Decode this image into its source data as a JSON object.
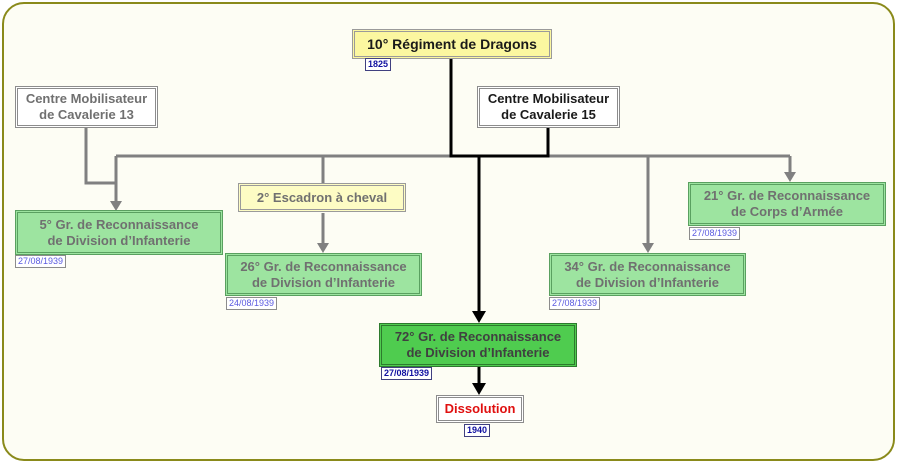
{
  "nodes": {
    "root": {
      "label": "10° Régiment de Dragons",
      "date": "1825"
    },
    "cmc13": {
      "label": "Centre Mobilisateur\nde Cavalerie 13"
    },
    "cmc15": {
      "label": "Centre Mobilisateur\nde Cavalerie 15"
    },
    "escadron": {
      "label": "2° Escadron à cheval"
    },
    "gr5": {
      "label": "5° Gr. de Reconnaissance\nde Division d’Infanterie",
      "date": "27/08/1939"
    },
    "gr26": {
      "label": "26° Gr. de Reconnaissance\nde Division d’Infanterie",
      "date": "24/08/1939"
    },
    "gr34": {
      "label": "34° Gr. de Reconnaissance\nde Division d’Infanterie",
      "date": "27/08/1939"
    },
    "gr21": {
      "label": "21° Gr. de Reconnaissance\nde Corps d’Armée",
      "date": "27/08/1939"
    },
    "gr72": {
      "label": "72° Gr. de Reconnaissance\nde Division d’Infanterie",
      "date": "27/08/1939"
    },
    "dissolution": {
      "label": "Dissolution",
      "date": "1940"
    }
  },
  "colors": {
    "frame": "#8a8a1a",
    "gray_link": "#808080",
    "black_link": "#000000",
    "green_box": "#9de4a0",
    "green_dark_box": "#4fcc4f",
    "yellow_box": "#fdfcc4",
    "red_text": "#e01010"
  }
}
